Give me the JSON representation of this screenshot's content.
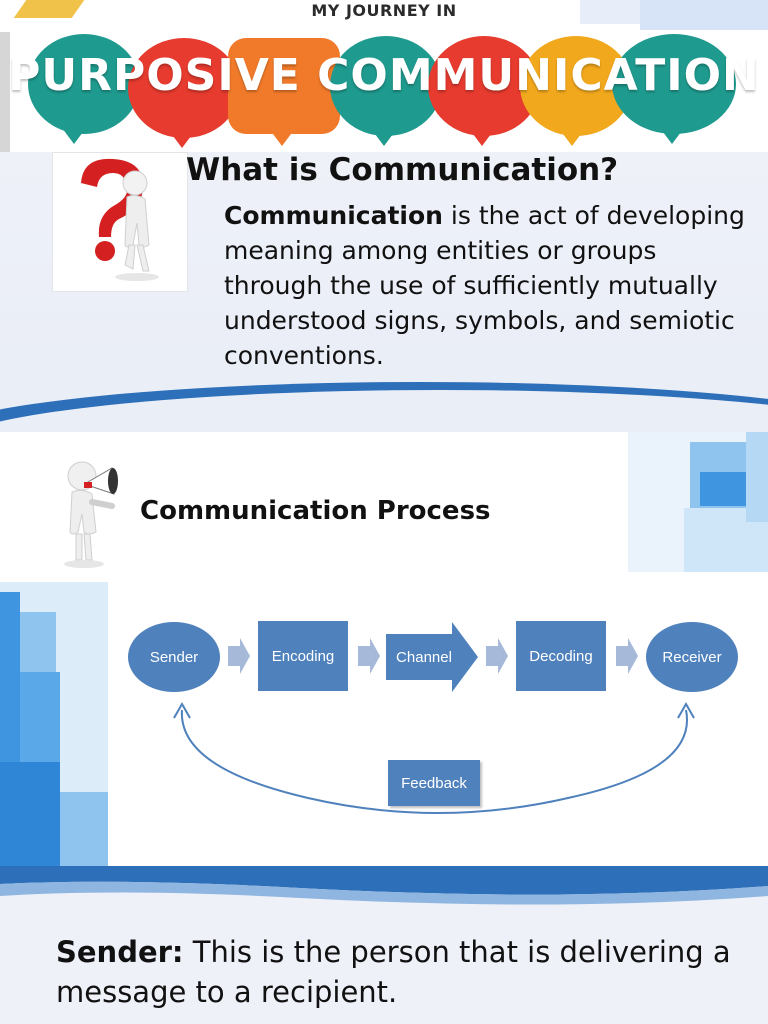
{
  "header": {
    "subtitle": "MY JOURNEY IN",
    "title": "PURPOSIVE COMMUNICATION"
  },
  "section1": {
    "heading": "What is Communication?",
    "term": "Communication",
    "definition": " is the act of developing meaning among entities or groups through the use of sufficiently mutually understood signs, symbols, and semiotic conventions."
  },
  "section2": {
    "heading": "Communication Process",
    "diagram": {
      "nodes": [
        "Sender",
        "Encoding",
        "Channel",
        "Decoding",
        "Receiver"
      ],
      "feedback": "Feedback"
    }
  },
  "section3": {
    "term": "Sender:",
    "text": " This is the person that is delivering a message to a recipient."
  },
  "colors": {
    "node_blue": "#4f81bd",
    "accent_blue": "#2d6fb8",
    "bubble_teal": "#1f9a8e",
    "bubble_red": "#e63b2e",
    "bubble_orange": "#f07a2a",
    "bubble_amber": "#f2a81d"
  }
}
